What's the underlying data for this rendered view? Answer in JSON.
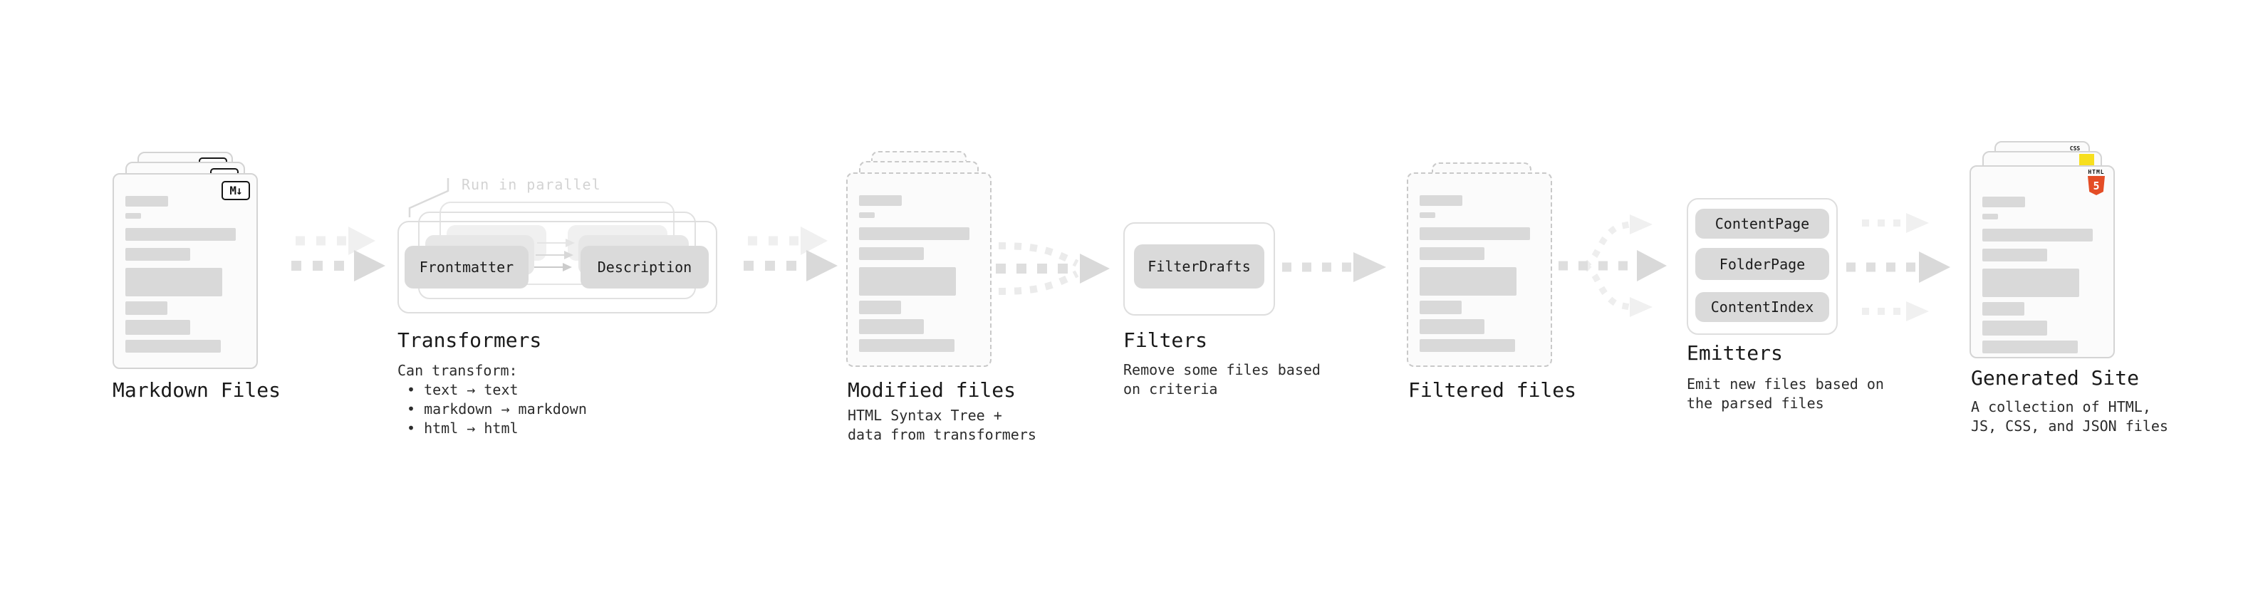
{
  "stages": {
    "markdown_files": {
      "title": "Markdown Files",
      "badge": "M↓"
    },
    "transformers": {
      "title": "Transformers",
      "annotation": "Run in parallel",
      "node_frontmatter": "Frontmatter",
      "node_description": "Description",
      "note_heading": "Can transform:",
      "bullet_1": "• text → text",
      "bullet_2": "• markdown → markdown",
      "bullet_3": "• html → html"
    },
    "modified_files": {
      "title": "Modified files",
      "note_line_1": "HTML Syntax Tree +",
      "note_line_2": "data from transformers"
    },
    "filters": {
      "title": "Filters",
      "node_filterdrafts": "FilterDrafts",
      "note_line_1": "Remove some files based",
      "note_line_2": "on criteria"
    },
    "filtered_files": {
      "title": "Filtered files"
    },
    "emitters": {
      "title": "Emitters",
      "node_contentpage": "ContentPage",
      "node_folderpage": "FolderPage",
      "node_contentindex": "ContentIndex",
      "note_line_1": "Emit new files based on",
      "note_line_2": "the parsed files"
    },
    "generated_site": {
      "title": "Generated Site",
      "note_line_1": "A collection of HTML,",
      "note_line_2": "JS, CSS, and JSON files",
      "badge_css": "CSS",
      "badge_html_label": "HTML",
      "badge_html_number": "5"
    }
  },
  "colors": {
    "html5_orange": "#e44d26",
    "js_yellow": "#f7df1e",
    "css_blue": "#2e63f7",
    "arrow_gray": "#d9d9d9",
    "arrow_light": "#efefef"
  }
}
